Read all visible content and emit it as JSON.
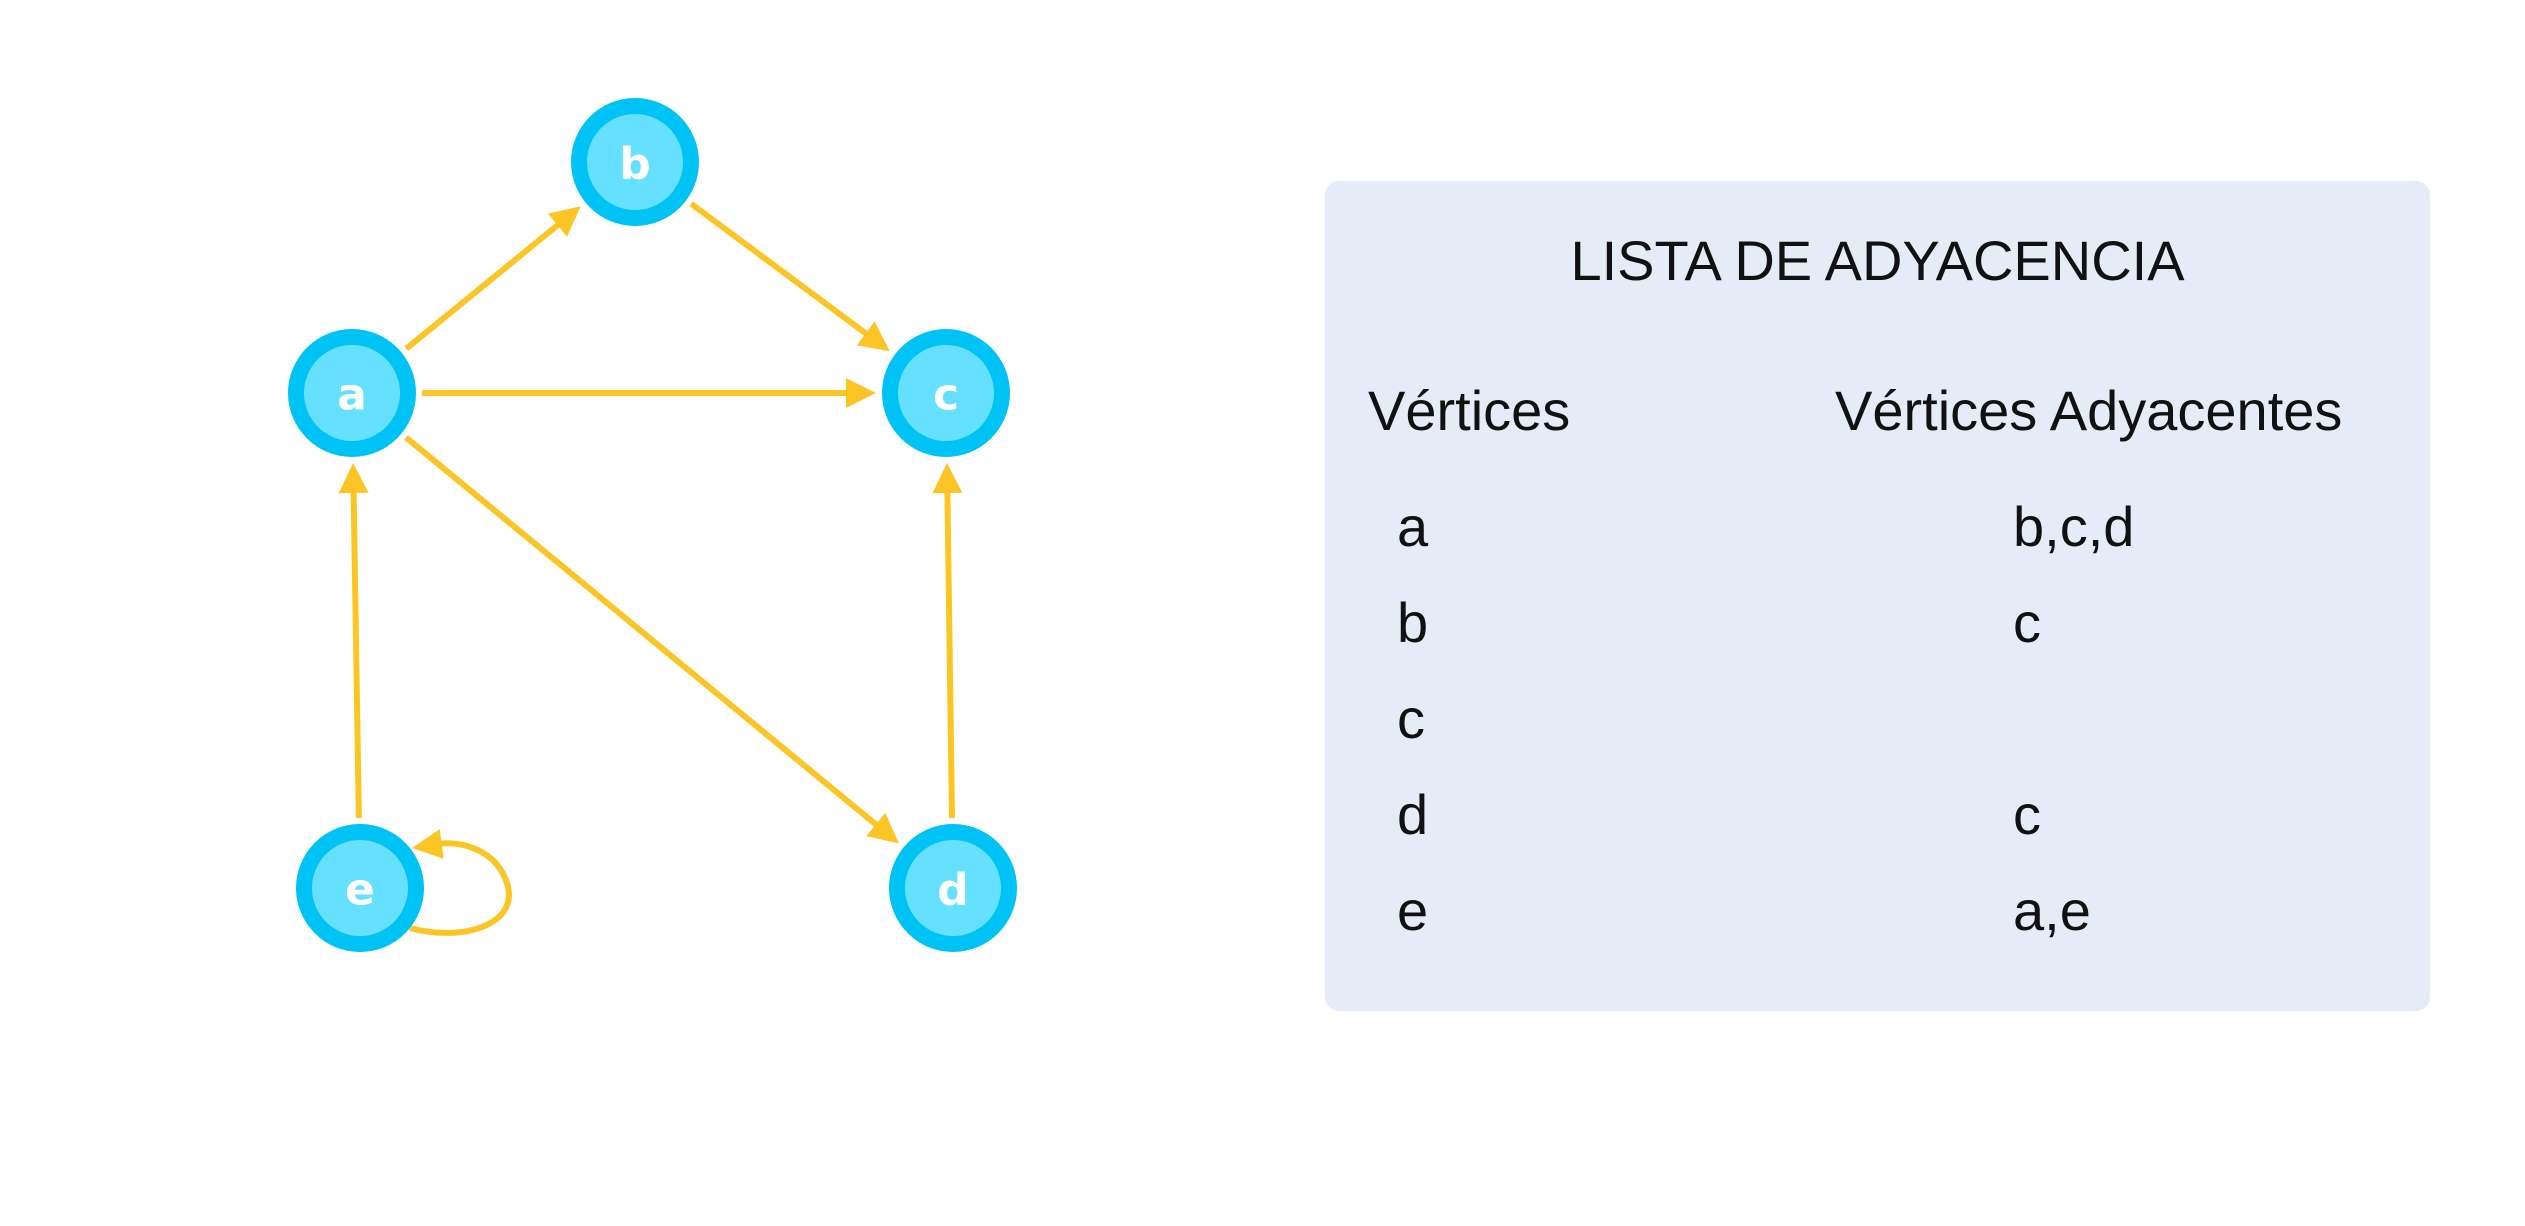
{
  "graph": {
    "nodes": [
      {
        "id": "a",
        "label": "a"
      },
      {
        "id": "b",
        "label": "b"
      },
      {
        "id": "c",
        "label": "c"
      },
      {
        "id": "d",
        "label": "d"
      },
      {
        "id": "e",
        "label": "e"
      }
    ],
    "edges": [
      {
        "from": "a",
        "to": "b"
      },
      {
        "from": "a",
        "to": "c"
      },
      {
        "from": "a",
        "to": "d"
      },
      {
        "from": "b",
        "to": "c"
      },
      {
        "from": "d",
        "to": "c"
      },
      {
        "from": "e",
        "to": "a"
      },
      {
        "from": "e",
        "to": "e"
      }
    ],
    "colors": {
      "node_ring": "#00c3f5",
      "node_fill": "#66e0ff",
      "edge": "#fcc526"
    }
  },
  "table": {
    "title": "LISTA DE ADYACENCIA",
    "headers": {
      "vertices": "Vértices",
      "adjacent": "Vértices Adyacentes"
    },
    "rows": [
      {
        "vertex": "a",
        "adjacent": "b,c,d"
      },
      {
        "vertex": "b",
        "adjacent": "c"
      },
      {
        "vertex": "c",
        "adjacent": ""
      },
      {
        "vertex": "d",
        "adjacent": "c"
      },
      {
        "vertex": "e",
        "adjacent": "a,e"
      }
    ],
    "background": "#e6ecf7"
  }
}
